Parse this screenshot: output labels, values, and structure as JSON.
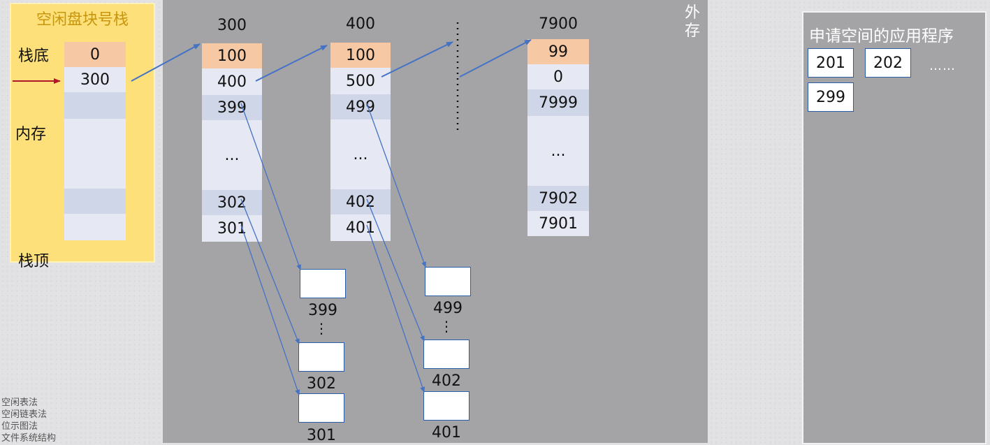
{
  "memory": {
    "title": "空闲盘块号栈",
    "stack_bottom_label": "栈底",
    "memory_label": "内存",
    "stack_top_label": "栈顶",
    "cells": [
      "0",
      "300",
      "",
      "",
      "",
      ""
    ]
  },
  "disk": {
    "label": "外存",
    "groups": [
      {
        "head": "300",
        "cells": [
          "100",
          "400",
          "399",
          "...",
          "302",
          "301"
        ]
      },
      {
        "head": "400",
        "cells": [
          "100",
          "500",
          "499",
          "...",
          "402",
          "401"
        ]
      },
      {
        "head": "7900",
        "cells": [
          "99",
          "0",
          "7999",
          "...",
          "7902",
          "7901"
        ]
      }
    ],
    "blocks": {
      "g300": [
        "399",
        "302",
        "301"
      ],
      "g400": [
        "499",
        "402",
        "401"
      ],
      "vdots": "⋮"
    }
  },
  "process": {
    "title": "申请空间的应用程序",
    "blocks": [
      "201",
      "202",
      "299"
    ],
    "ellipsis": "……"
  },
  "nav": [
    "空闲表法",
    "空闲链表法",
    "位示图法",
    "文件系统结构"
  ],
  "colors": {
    "stack_panel": "#fde07a",
    "disk_area": "#a4a4a7",
    "arrow": "#4472c4",
    "stack_arrow": "#b0182a"
  }
}
